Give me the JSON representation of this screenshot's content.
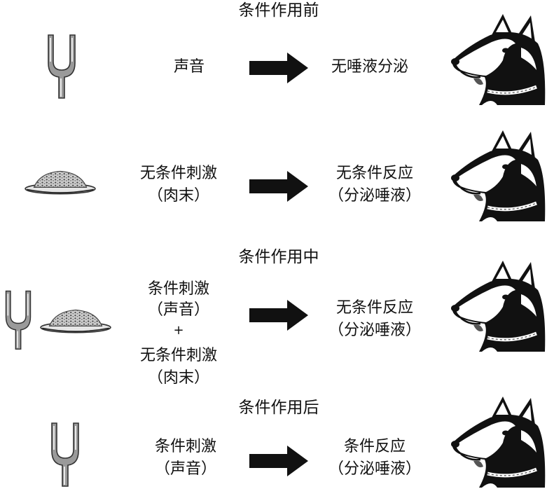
{
  "sections": [
    {
      "heading": "条件作用前",
      "stimulus": [
        "声音"
      ],
      "response": [
        "无唾液分泌"
      ]
    },
    {
      "stimulus": [
        "无条件刺激",
        "（肉末）"
      ],
      "response": [
        "无条件反应",
        "（分泌唾液）"
      ]
    },
    {
      "heading": "条件作用中",
      "stimulus": [
        "条件刺激",
        "（声音）",
        "+",
        "无条件刺激",
        "（肉末）"
      ],
      "response": [
        "无条件反应",
        "（分泌唾液）"
      ]
    },
    {
      "heading": "条件作用后",
      "stimulus": [
        "条件刺激",
        "（声音）"
      ],
      "response": [
        "条件反应",
        "（分泌唾液）"
      ]
    }
  ],
  "icons": {
    "arrow": "right-arrow-icon",
    "fork": "tuning-fork-icon",
    "food": "meat-plate-icon",
    "dog": "dog-head-icon"
  },
  "colors": {
    "ink": "#111111",
    "background": "#ffffff"
  }
}
